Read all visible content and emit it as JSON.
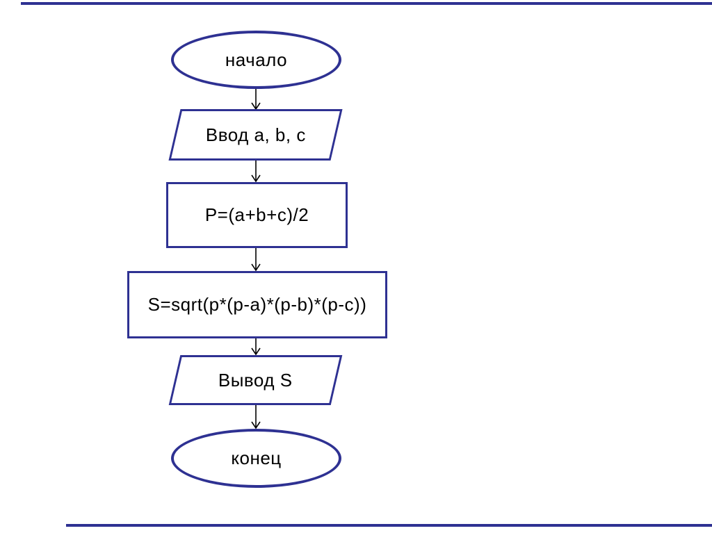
{
  "slide": {
    "background_color": "#ffffff",
    "accent_border_color": "#2e3192",
    "text_color": "#000000"
  },
  "flowchart": {
    "type": "flowchart",
    "nodes": [
      {
        "id": "start",
        "shape": "terminator",
        "label": "начало"
      },
      {
        "id": "input-abc",
        "shape": "io-parallelogram",
        "label": "Ввод a, b, c"
      },
      {
        "id": "compute-p",
        "shape": "process",
        "label": "P=(a+b+c)/2"
      },
      {
        "id": "compute-s",
        "shape": "process",
        "label": "S=sqrt(p*(p-a)*(p-b)*(p-c))"
      },
      {
        "id": "output-s",
        "shape": "io-parallelogram",
        "label": "Вывод S"
      },
      {
        "id": "end",
        "shape": "terminator",
        "label": "конец"
      }
    ],
    "edges": [
      {
        "from": "start",
        "to": "input-abc"
      },
      {
        "from": "input-abc",
        "to": "compute-p"
      },
      {
        "from": "compute-p",
        "to": "compute-s"
      },
      {
        "from": "compute-s",
        "to": "output-s"
      },
      {
        "from": "output-s",
        "to": "end"
      }
    ]
  }
}
